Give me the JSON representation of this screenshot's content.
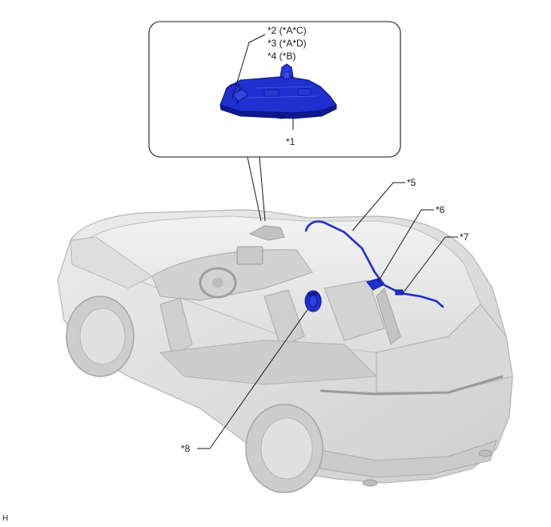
{
  "callouts": {
    "c1": "*1",
    "c2": "*2 (*A*C)",
    "c3": "*3 (*A*D)",
    "c4": "*4 (*B)",
    "c5": "*5",
    "c6": "*6",
    "c7": "*7",
    "c8": "*8"
  },
  "corner_mark": "H",
  "colors": {
    "part_blue": "#1f2fd0",
    "part_blue_dark": "#0c1a8f",
    "car_body": "#e2e2e2",
    "car_shade": "#c6c6c6",
    "line": "#1a1a1a"
  }
}
